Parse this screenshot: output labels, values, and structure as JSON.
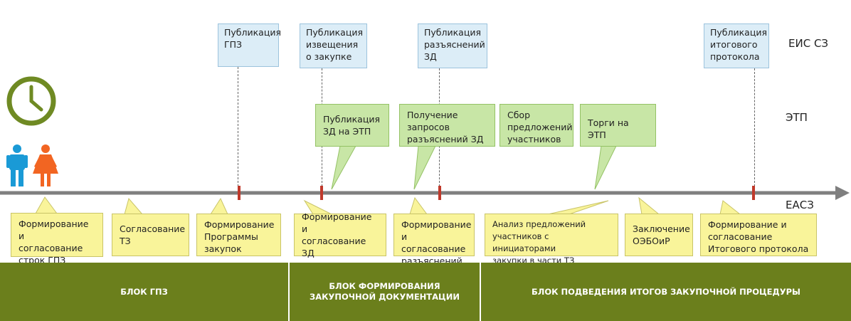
{
  "lanes": {
    "eis": "ЕИС СЗ",
    "etp": "ЭТП",
    "eacz": "ЕАСЗ"
  },
  "eis_boxes": [
    [
      "Публикация",
      "ГПЗ"
    ],
    [
      "Публикация",
      "извещения",
      "о закупке"
    ],
    [
      "Публикация",
      "разъяснений",
      "ЗД"
    ],
    [
      "Публикация",
      "итогового",
      "протокола"
    ]
  ],
  "etp_boxes": [
    [
      "Публикация",
      "ЗД на ЭТП"
    ],
    [
      "Получение",
      "запросов",
      "разъяснений ЗД"
    ],
    [
      "Сбор",
      "предложений",
      "участников"
    ],
    [
      "Торги на ЭТП"
    ]
  ],
  "eacz_boxes": [
    [
      "Формирование и",
      "согласование",
      "строк ГПЗ"
    ],
    [
      "Согласование",
      "ТЗ"
    ],
    [
      "Формирование",
      "Программы",
      "закупок"
    ],
    [
      "Формирование и",
      "согласование ЗД"
    ],
    [
      "Формирование",
      "и согласование",
      "разъяснений ЗД"
    ],
    [
      "Анализ предложений",
      "участников с инициаторами",
      "закупки в части ТЗ"
    ],
    [
      "Заключение",
      "ОЭБОиР"
    ],
    [
      "Формирование и",
      "согласование",
      "Итогового протокола"
    ]
  ],
  "blocks": [
    "БЛОК ГПЗ",
    "БЛОК ФОРМИРОВАНИЯ ЗАКУПОЧНОЙ ДОКУМЕНТАЦИИ",
    "БЛОК ПОДВЕДЕНИЯ ИТОГОВ ЗАКУПОЧНОЙ ПРОЦЕДУРЫ"
  ],
  "colors": {
    "eis_fill": "#dcedf7",
    "etp_fill": "#c8e6a6",
    "eacz_fill": "#f9f49a",
    "timeline": "#7f7f7f",
    "milestone": "#c0392b",
    "band": "#6b7f1c",
    "clock": "#6f8a23",
    "male": "#1a9ad6",
    "female": "#f26522"
  },
  "icons": [
    "clock-icon",
    "male-person-icon",
    "female-person-icon",
    "timeline-arrow-icon"
  ]
}
